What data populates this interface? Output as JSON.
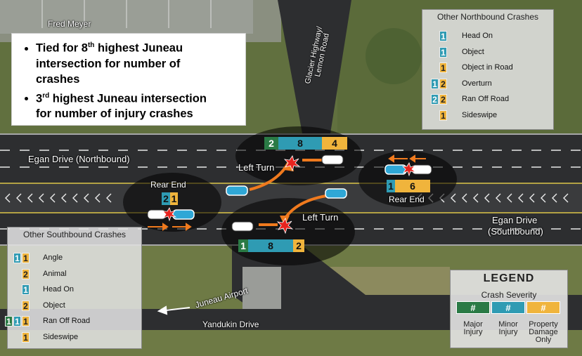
{
  "places": {
    "fred_meyer": "Fred Meyer",
    "glacier_highway": "Glacier Highway/",
    "lemon_road": "Lemon Road",
    "egan_north": "Egan Drive (Northbound)",
    "egan_south_1": "Egan Drive",
    "egan_south_2": "(Southbound)",
    "juneau_airport": "Juneau Airport",
    "yandukin": "Yandukin Drive"
  },
  "highlights": {
    "bullet1_line1": "Tied for 8",
    "bullet1_sup": "th",
    "bullet1_line1b": " highest Juneau",
    "bullet1_line2": "intersection for number of",
    "bullet1_line3": "crashes",
    "bullet2_line1_pre": "3",
    "bullet2_sup": "rd",
    "bullet2_line1b": " highest Juneau intersection",
    "bullet2_line2": "for number of injury crashes"
  },
  "northbound_panel": {
    "title": "Other Northbound Crashes",
    "rows": [
      {
        "counts": [
          "1"
        ],
        "colors": [
          "b"
        ],
        "label": "Head On"
      },
      {
        "counts": [
          "1"
        ],
        "colors": [
          "b"
        ],
        "label": "Object"
      },
      {
        "counts": [
          "1"
        ],
        "colors": [
          "o"
        ],
        "label": "Object in Road"
      },
      {
        "counts": [
          "1",
          "2"
        ],
        "colors": [
          "b",
          "o"
        ],
        "label": "Overturn"
      },
      {
        "counts": [
          "2",
          "2"
        ],
        "colors": [
          "b",
          "o"
        ],
        "label": "Ran Off Road"
      },
      {
        "counts": [
          "1"
        ],
        "colors": [
          "o"
        ],
        "label": "Sideswipe"
      }
    ]
  },
  "southbound_panel": {
    "title": "Other Southbound Crashes",
    "rows": [
      {
        "counts": [
          "1",
          "1"
        ],
        "colors": [
          "b",
          "o"
        ],
        "label": "Angle"
      },
      {
        "counts": [
          "2"
        ],
        "colors": [
          "o"
        ],
        "label": "Animal"
      },
      {
        "counts": [
          "1"
        ],
        "colors": [
          "b"
        ],
        "label": "Head On"
      },
      {
        "counts": [
          "2"
        ],
        "colors": [
          "o"
        ],
        "label": "Object"
      },
      {
        "counts": [
          "1",
          "1",
          "1"
        ],
        "colors": [
          "g",
          "b",
          "o"
        ],
        "label": "Ran Off Road"
      },
      {
        "counts": [
          "1"
        ],
        "colors": [
          "o"
        ],
        "label": "Sideswipe"
      }
    ]
  },
  "crash_groups": {
    "top_left_turn": {
      "label": "Left Turn",
      "major": "2",
      "minor": "8",
      "pdo": "4"
    },
    "bottom_left_turn": {
      "label": "Left Turn",
      "major": "1",
      "minor": "8",
      "pdo": "2"
    },
    "west_rear_end": {
      "label": "Rear End",
      "minor": "2",
      "pdo": "1"
    },
    "east_rear_end": {
      "label": "Rear End",
      "minor": "1",
      "pdo": "6"
    }
  },
  "legend": {
    "title": "LEGEND",
    "subtitle": "Crash Severity",
    "symbol": "#",
    "major_1": "Major",
    "major_2": "Injury",
    "minor_1": "Minor",
    "minor_2": "Injury",
    "pdo_1": "Property",
    "pdo_2": "Damage",
    "pdo_3": "Only"
  },
  "colors": {
    "major": "#2a7a45",
    "minor": "#2f9bb3",
    "pdo": "#f0b43c",
    "arrow": "#f07a1e",
    "crash": "#e8231e"
  }
}
